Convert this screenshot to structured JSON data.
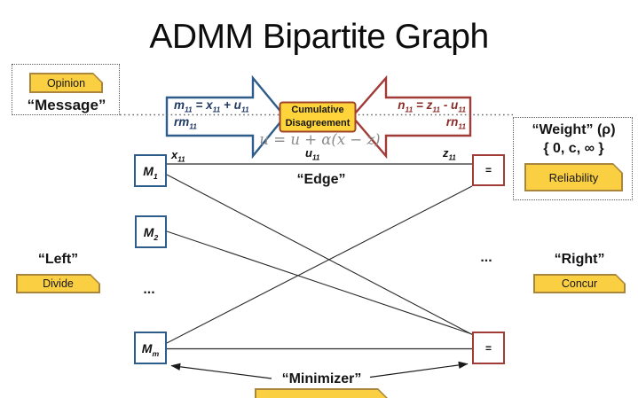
{
  "slide": {
    "title": "ADMM Bipartite Graph"
  },
  "message_panel": {
    "button_label": "Opinion",
    "caption": "“Message”"
  },
  "weight_panel": {
    "caption": "“Weight” (ρ)",
    "values": "{ 0, c, ∞ }",
    "button_label": "Reliability"
  },
  "update_arrows": {
    "blue": {
      "line1": [
        {
          "t": "m",
          "s": "11"
        },
        {
          "t": " = x",
          "s": "11"
        },
        {
          "t": " + u",
          "s": "11"
        }
      ],
      "line2": [
        {
          "t": "rm",
          "s": "11"
        }
      ]
    },
    "red": {
      "line1": [
        {
          "t": "n",
          "s": "11"
        },
        {
          "t": " = z",
          "s": "11"
        },
        {
          "t": " - u",
          "s": "11"
        }
      ],
      "line2": [
        {
          "t": "rn",
          "s": "11"
        }
      ]
    },
    "center_label": {
      "line1": "Cumulative",
      "line2": "Disagreement"
    },
    "formula": "u = u + α(x − z)"
  },
  "graph": {
    "left_nodes": [
      [
        {
          "t": "M",
          "s": "1"
        }
      ],
      [
        {
          "t": "M",
          "s": "2"
        }
      ],
      [
        {
          "t": "M",
          "s": "m"
        }
      ]
    ],
    "right_nodes": [
      "=",
      "="
    ],
    "edge_labels": [
      [
        {
          "t": "x",
          "s": "11"
        }
      ],
      [
        {
          "t": "u",
          "s": "11"
        }
      ],
      [
        {
          "t": "z",
          "s": "11"
        }
      ]
    ],
    "edge_caption": "“Edge”",
    "left_ellipsis": "...",
    "right_ellipsis": "...",
    "minimizer_caption": "“Minimizer”"
  },
  "left_panel": {
    "caption": "“Left”",
    "button_label": "Divide"
  },
  "right_panel": {
    "caption": "“Right”",
    "button_label": "Concur"
  },
  "colors": {
    "node_blue": "#2E5D8C",
    "node_maroon": "#A03B38",
    "highlight_yellow": "#FFD43A",
    "button_fill": "#FBCF42",
    "button_border": "#A9863C",
    "blue_text": "#1F3864",
    "maroon_text": "#8B2A26",
    "formula_gray": "#8A8A8A"
  }
}
